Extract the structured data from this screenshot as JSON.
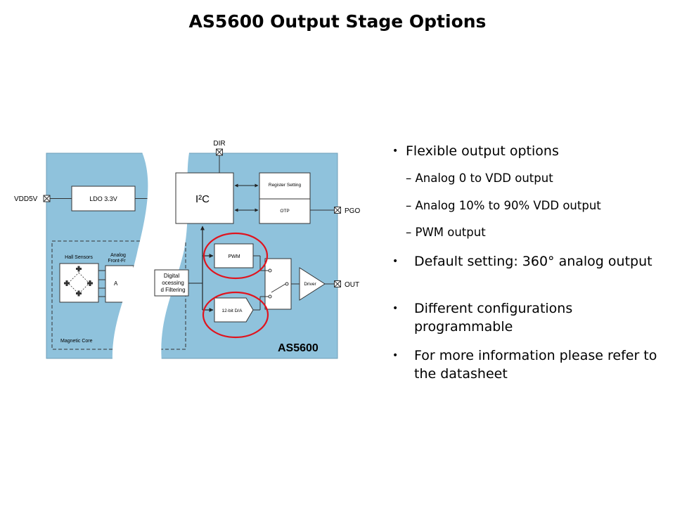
{
  "title": "AS5600 Output Stage Options",
  "diagram": {
    "pins": {
      "dir": "DIR",
      "vdd5v": "VDD5V",
      "pgo": "PGO",
      "out": "OUT"
    },
    "blocks": {
      "ldo": "LDO 3.3V",
      "i2c": "I²C",
      "register_setting": "Register Setting",
      "otp": "OTP",
      "hall_sensors": "Hall Sensors",
      "analog_front_end": [
        "Analog",
        "Front-Fr"
      ],
      "adc_partial": "A",
      "digital_processing": [
        "Digital",
        "ocessing",
        "d Filtering"
      ],
      "pwm": "PWM",
      "dac": "12-bit D/A",
      "driver": "Driver",
      "magnetic_core": "Magnetic Core",
      "part_name": "AS5600"
    },
    "colors": {
      "chip_fill": "#8fc2dc",
      "highlight": "#e0141e",
      "block_stroke": "#333333"
    }
  },
  "bullets": {
    "b1": "Flexible output options",
    "sub1": "– Analog 0 to VDD output",
    "sub2": "– Analog 10% to 90% VDD output",
    "sub3": "– PWM output",
    "b2": "Default setting: 360° analog output",
    "b3": "Different configurations programmable",
    "b4": "For more information please refer to the datasheet",
    "dot": "•"
  }
}
